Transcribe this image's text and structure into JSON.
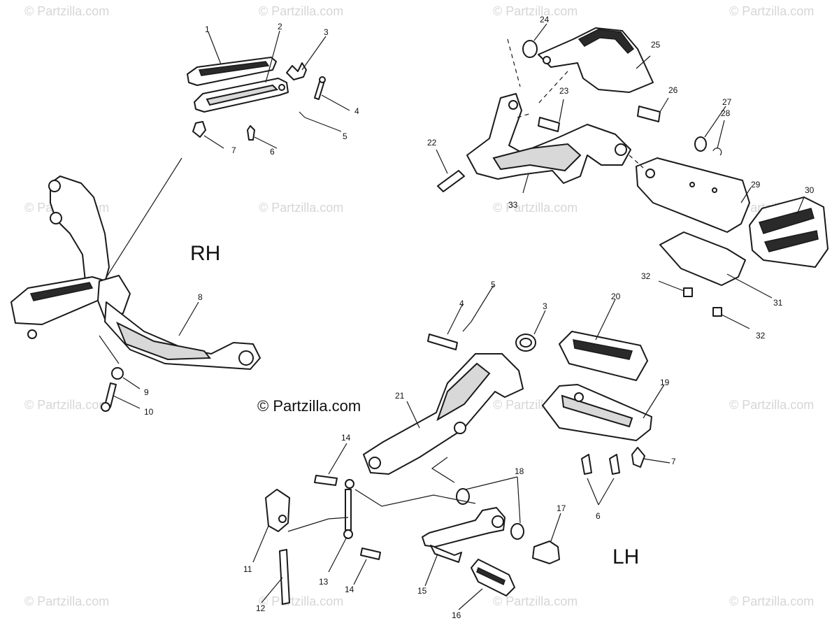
{
  "watermark_text": "© Partzilla.com",
  "center_watermark": "© Partzilla.com",
  "side_labels": {
    "rh": "RH",
    "lh": "LH"
  },
  "callouts": {
    "c1": "1",
    "c2": "2",
    "c3a": "3",
    "c4a": "4",
    "c5a": "5",
    "c6a": "6",
    "c7a": "7",
    "c8": "8",
    "c9": "9",
    "c10": "10",
    "c22": "22",
    "c23": "23",
    "c24": "24",
    "c25": "25",
    "c26": "26",
    "c27": "27",
    "c28": "28",
    "c29": "29",
    "c30": "30",
    "c31": "31",
    "c32a": "32",
    "c32b": "32",
    "c33": "33",
    "c4b": "4",
    "c5b": "5",
    "c3b": "3",
    "c20": "20",
    "c19": "19",
    "c21": "21",
    "c7b": "7",
    "c6b": "6",
    "c14a": "14",
    "c18": "18",
    "c17": "17",
    "c11": "11",
    "c12": "12",
    "c13": "13",
    "c14b": "14",
    "c15": "15",
    "c16": "16"
  }
}
